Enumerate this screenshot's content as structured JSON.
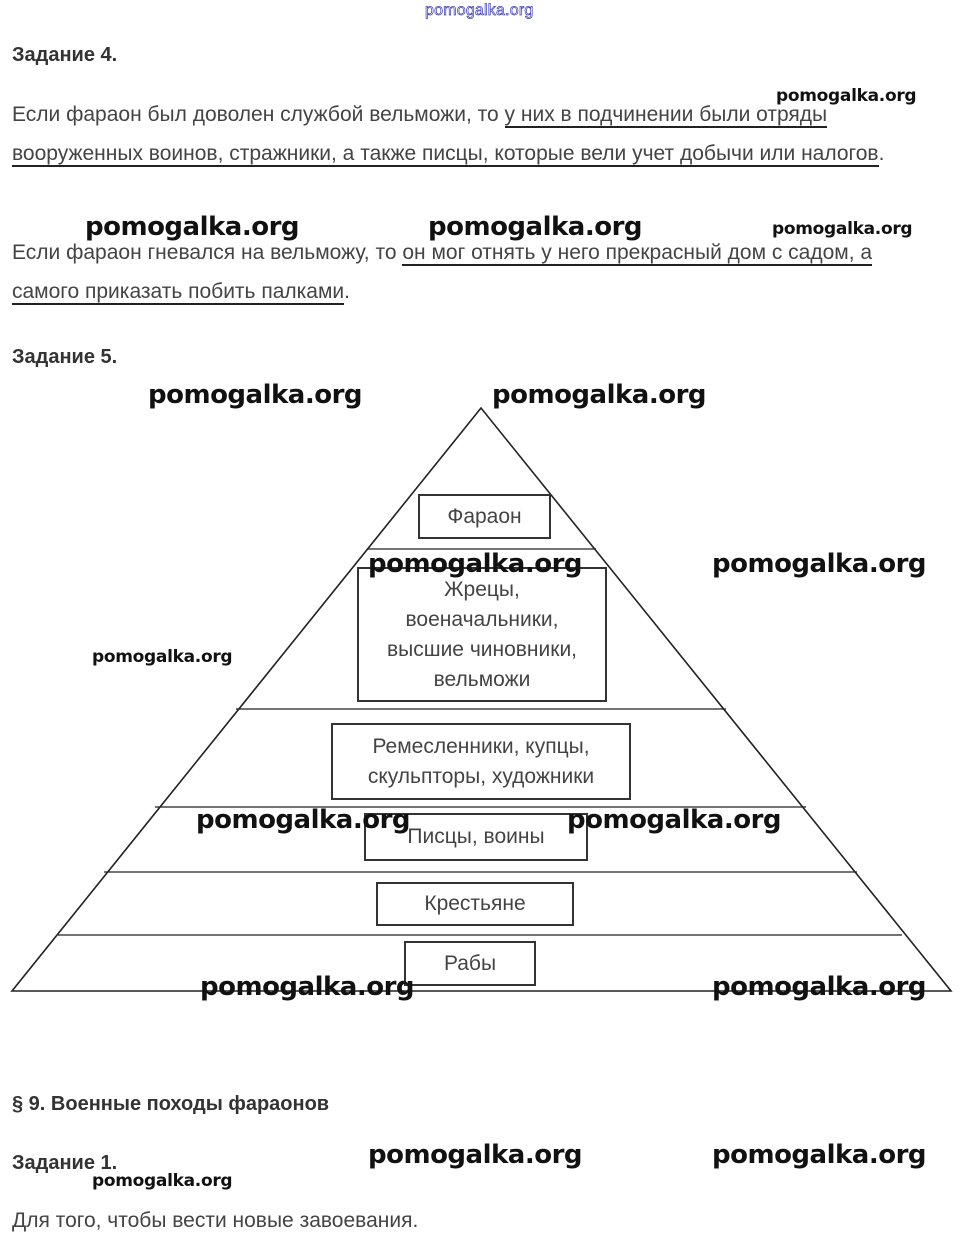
{
  "site_watermark_top": "pomogalka.org",
  "task4": {
    "heading": "Задание 4.",
    "p1_plain": "Если фараон был доволен службой вельможи, то ",
    "p1_underlined": "у них в подчинении были отряды вооруженных воинов, стражники, а также писцы, которые вели учет добычи или налогов",
    "p1_end": ".",
    "p2_plain": "Если фараон гневался на вельможу, то ",
    "p2_underlined": "он мог отнять у него прекрасный дом с садом, а самого приказать побить палками",
    "p2_end": "."
  },
  "task5": {
    "heading": "Задание 5.",
    "pyramid_levels": [
      "Фараон",
      "Жрецы, военачальники, высшие чиновники, вельможи",
      "Ремесленники, купцы, скульпторы, художники",
      "Писцы, воины",
      "Крестьяне",
      "Рабы"
    ]
  },
  "section9": {
    "heading": "§ 9. Военные походы фараонов",
    "task1_heading": "Задание 1.",
    "task1_answer": "Для того, чтобы вести новые завоевания."
  },
  "watermarks": [
    "pomogalka.org",
    "pomogalka.org",
    "pomogalka.org",
    "pomogalka.org",
    "pomogalka.org",
    "pomogalka.org",
    "pomogalka.org",
    "pomogalka.org",
    "pomogalka.org",
    "pomogalka.org",
    "pomogalka.org",
    "pomogalka.org",
    "pomogalka.org",
    "pomogalka.org",
    "pomogalka.org",
    "pomogalka.org"
  ],
  "colors": {
    "text": "#444444",
    "watermark": "#111111",
    "top_watermark_outline": "#3a3ab8"
  }
}
